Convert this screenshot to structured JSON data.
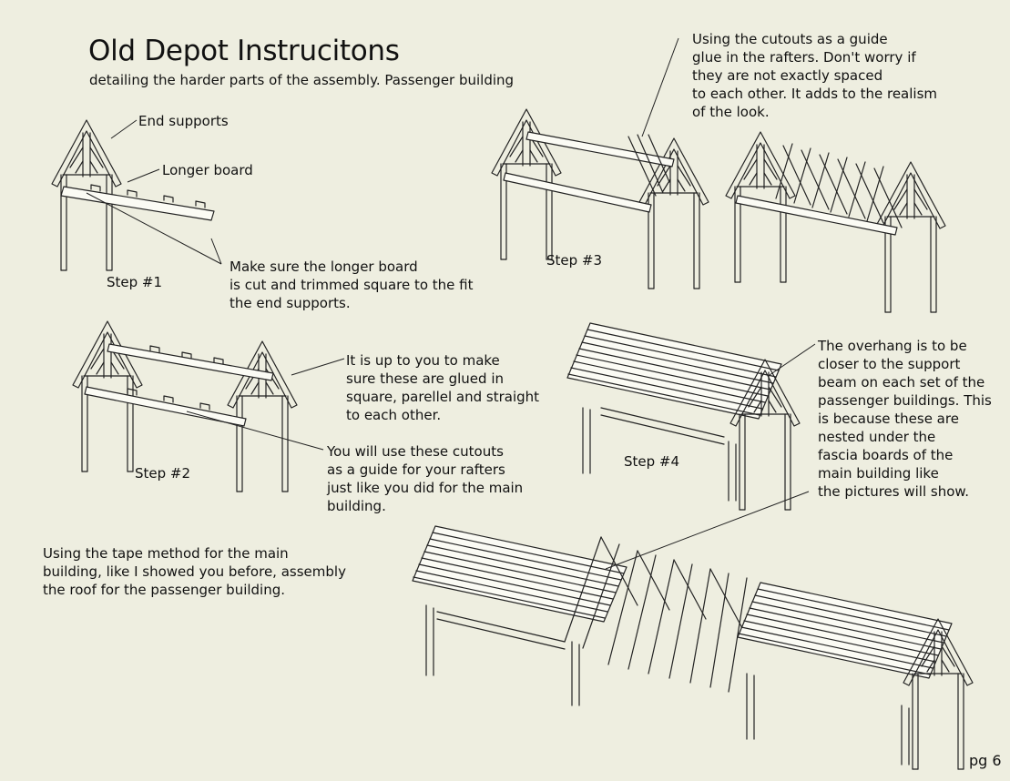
{
  "title": "Old Depot Instrucitons",
  "subtitle": "detailing the harder parts of the assembly.  Passenger building",
  "labels": {
    "end_supports": "End supports",
    "longer_board": "Longer board",
    "make_sure": "Make sure the longer board\nis cut and trimmed square to the fit\nthe end supports.",
    "up_to_you": "It is up to you to make\nsure these are glued in\nsquare, parellel and straight\nto each other.",
    "cutouts_guide": "You will use these cutouts\nas a guide for your rafters\njust like you did for the main\nbuilding.",
    "using_cutouts": "Using the cutouts as a guide\nglue in the rafters. Don't worry if\nthey are not exactly spaced\nto each other. It adds to the realism\nof the look.",
    "overhang": "The overhang is to be\ncloser to the support\nbeam on each set of the\npassenger buildings. This\nis because these are\nnested under the\nfascia boards of the\nmain building like\nthe pictures will show.",
    "tape_method": "Using the tape method for the main\nbuilding, like I showed you before, assembly\nthe roof for the passenger building."
  },
  "steps": {
    "step1": "Step #1",
    "step2": "Step #2",
    "step3": "Step #3",
    "step4": "Step #4"
  },
  "page_number": "pg 6",
  "colors": {
    "background": "#eeeee0",
    "ink": "#111111"
  }
}
